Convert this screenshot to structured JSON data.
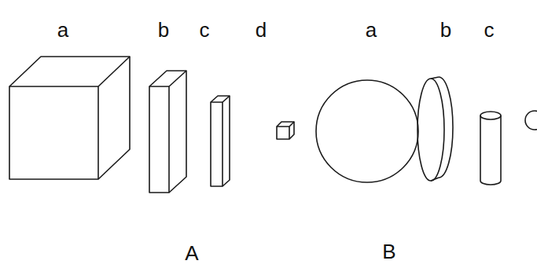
{
  "diagram": {
    "labels": [
      "a",
      "b",
      "c",
      "d",
      "a",
      "b",
      "c",
      "A",
      "B"
    ]
  }
}
